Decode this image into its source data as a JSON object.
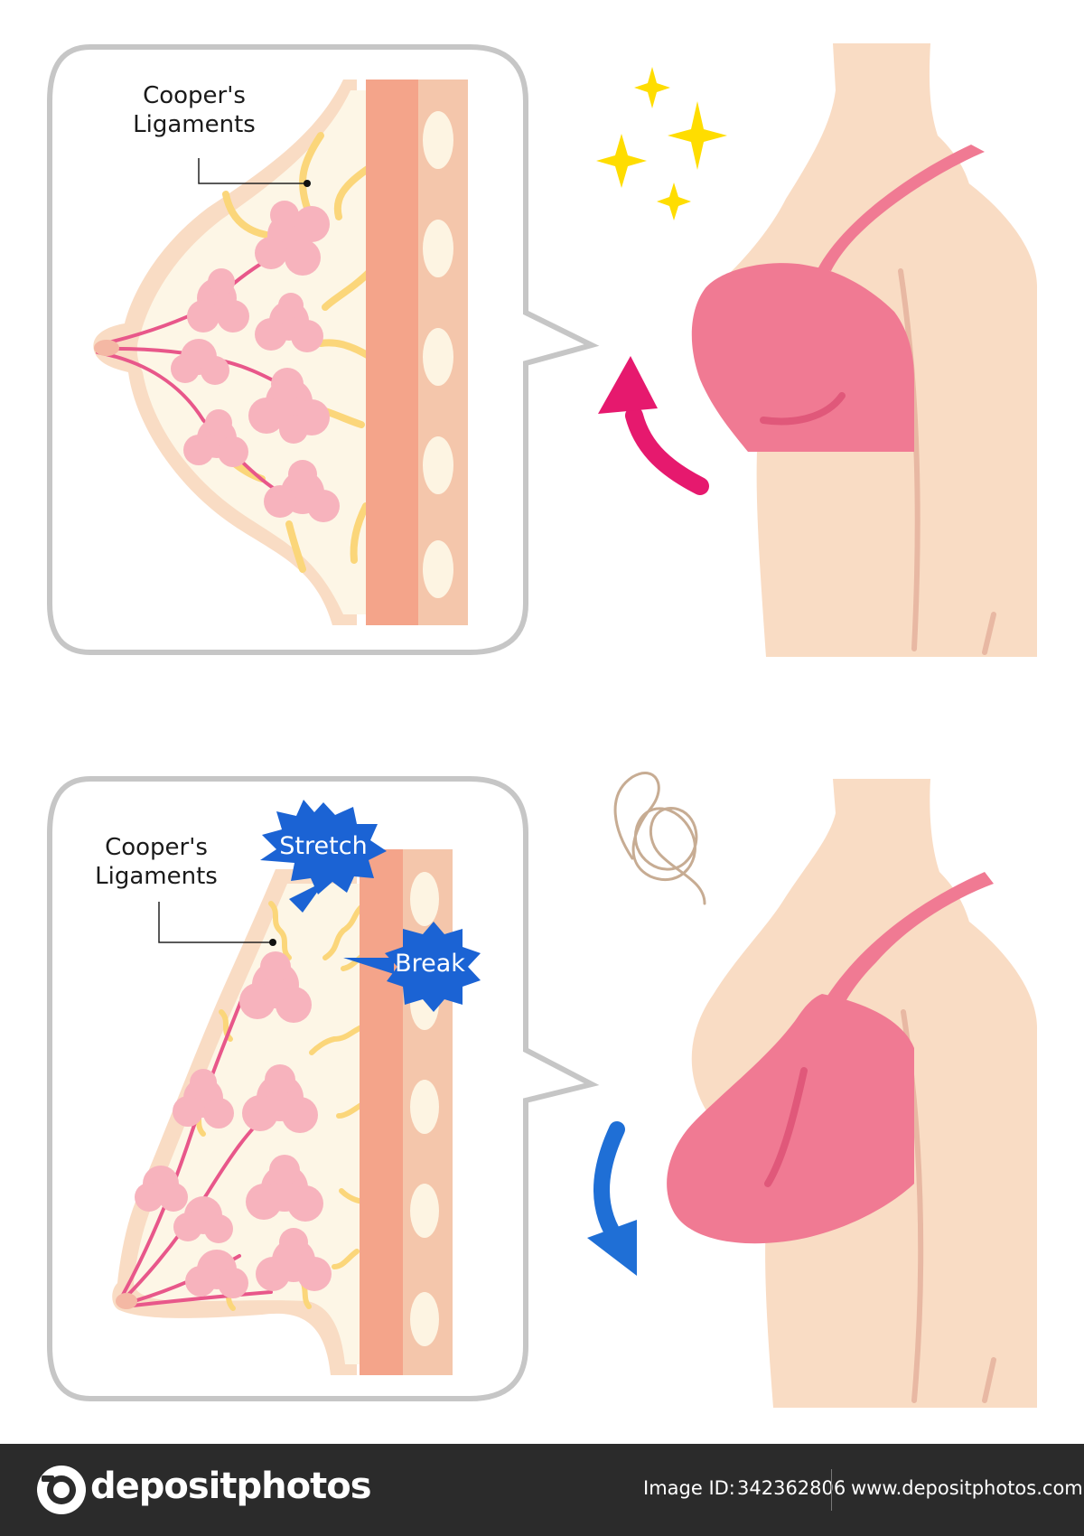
{
  "panels": {
    "top": {
      "label": "Cooper's\nLigaments"
    },
    "bottom": {
      "label": "Cooper's\nLigaments",
      "stretch_label": "Stretch",
      "break_label": "Break"
    }
  },
  "watermark": {
    "brand": "depositphotos",
    "image_id_label": "Image ID:",
    "image_id": "342362806",
    "url": "www.depositphotos.com"
  },
  "colors": {
    "skin": "#f9dcc4",
    "bra": "#f07a93",
    "lobule": "#f7b3bd",
    "ligament": "#fbd67a",
    "muscle": "#f4a48a",
    "up_arrow": "#e6196e",
    "down_arrow": "#1f6fd6",
    "stretch_burst": "#1b63d4"
  },
  "icons": [
    "sparkle-icon",
    "up-arrow-icon",
    "down-arrow-icon",
    "tangle-icon",
    "camera-logo-icon"
  ]
}
